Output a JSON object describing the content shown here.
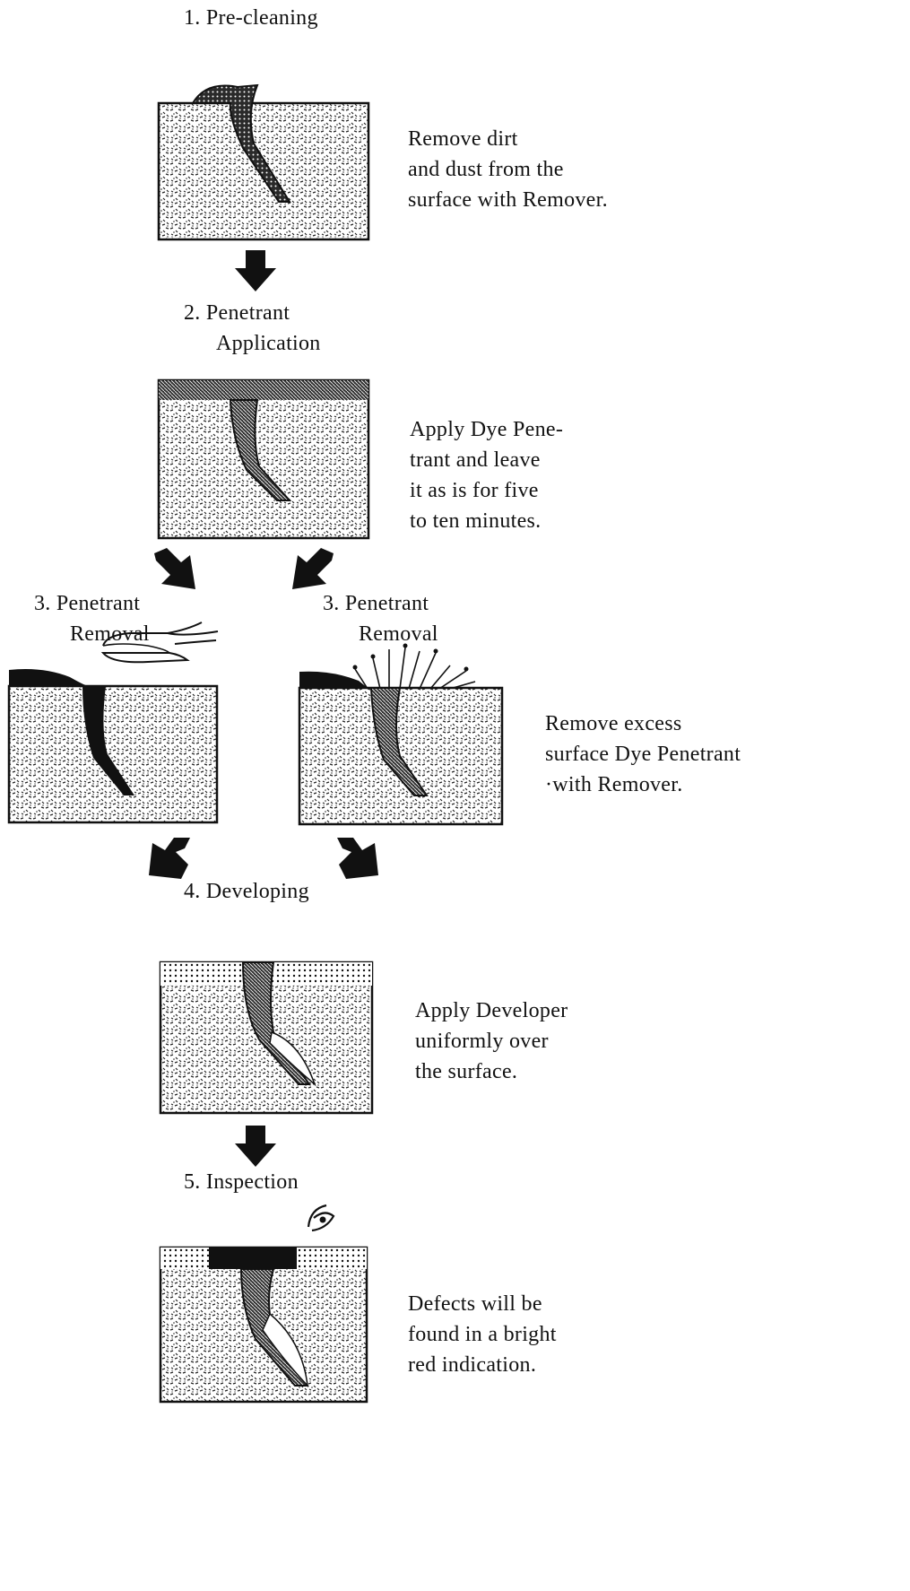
{
  "steps": {
    "s1": {
      "title": "1. Pre-cleaning",
      "desc": "Remove dirt\nand dust from the\nsurface with Remover."
    },
    "s2": {
      "title_l1": "2. Penetrant",
      "title_l2": "Application",
      "desc": "Apply Dye Pene-\ntrant and leave\nit as is for five\nto ten minutes."
    },
    "s3a": {
      "title_l1": "3. Penetrant",
      "title_l2": "Removal"
    },
    "s3b": {
      "title_l1": "3. Penetrant",
      "title_l2": "Removal"
    },
    "s3_desc": "Remove excess\nsurface Dye Penetrant\n·with Remover.",
    "s4": {
      "title": "4. Developing",
      "desc": "Apply Developer\nuniformly over\nthe surface."
    },
    "s5": {
      "title": "5. Inspection",
      "desc": "Defects will be\nfound in a bright\nred indication."
    }
  },
  "colors": {
    "ink": "#111111",
    "paper": "#ffffff"
  },
  "icons": [
    "down-arrow-icon",
    "diagonal-arrow-icon",
    "wiping-hand-icon",
    "spray-icon",
    "eye-icon"
  ]
}
